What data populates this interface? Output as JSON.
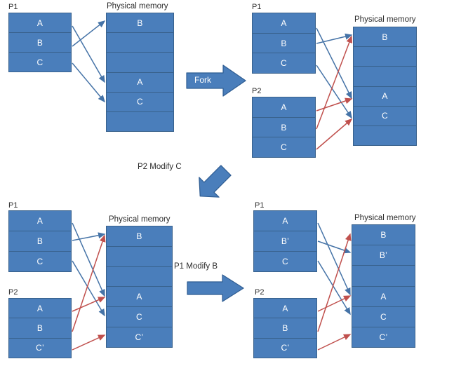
{
  "diagram": {
    "title": "Copy-on-Write fork page mapping",
    "colors": {
      "box_fill": "#4a7ebb",
      "box_border": "#38618c",
      "blue_arrow": "#4573a7",
      "red_arrow": "#c0504d",
      "block_arrow_fill": "#4a7ebb",
      "block_arrow_border": "#2f5d92",
      "text": "#2b2b2b",
      "cell_text": "#ffffff",
      "background": "#ffffff"
    },
    "panels": [
      {
        "id": "top-left",
        "processes": [
          {
            "label": "P1",
            "cells": [
              "A",
              "B",
              "C"
            ]
          }
        ],
        "memory": {
          "label": "Physical memory",
          "cells": [
            "B",
            "",
            "",
            "A",
            "C",
            ""
          ]
        }
      },
      {
        "id": "top-right",
        "processes": [
          {
            "label": "P1",
            "cells": [
              "A",
              "B",
              "C"
            ]
          },
          {
            "label": "P2",
            "cells": [
              "A",
              "B",
              "C"
            ]
          }
        ],
        "memory": {
          "label": "Physical memory",
          "cells": [
            "B",
            "",
            "",
            "A",
            "C",
            ""
          ]
        }
      },
      {
        "id": "bottom-left",
        "processes": [
          {
            "label": "P1",
            "cells": [
              "A",
              "B",
              "C"
            ]
          },
          {
            "label": "P2",
            "cells": [
              "A",
              "B",
              "C’"
            ]
          }
        ],
        "memory": {
          "label": "Physical memory",
          "cells": [
            "B",
            "",
            "",
            "A",
            "C",
            "C’"
          ]
        }
      },
      {
        "id": "bottom-right",
        "processes": [
          {
            "label": "P1",
            "cells": [
              "A",
              "B’",
              "C"
            ]
          },
          {
            "label": "P2",
            "cells": [
              "A",
              "B",
              "C’"
            ]
          }
        ],
        "memory": {
          "label": "Physical memory",
          "cells": [
            "B",
            "B’",
            "",
            "A",
            "C",
            "C’"
          ]
        }
      }
    ],
    "steps": [
      {
        "id": "fork",
        "label": "Fork",
        "direction": "right",
        "label_inside": true
      },
      {
        "id": "p2-modify-c",
        "label": "P2 Modify C",
        "direction": "down-left",
        "label_inside": false
      },
      {
        "id": "p1-modify-b",
        "label": "P1 Modify B",
        "direction": "right",
        "label_inside": false
      }
    ]
  }
}
